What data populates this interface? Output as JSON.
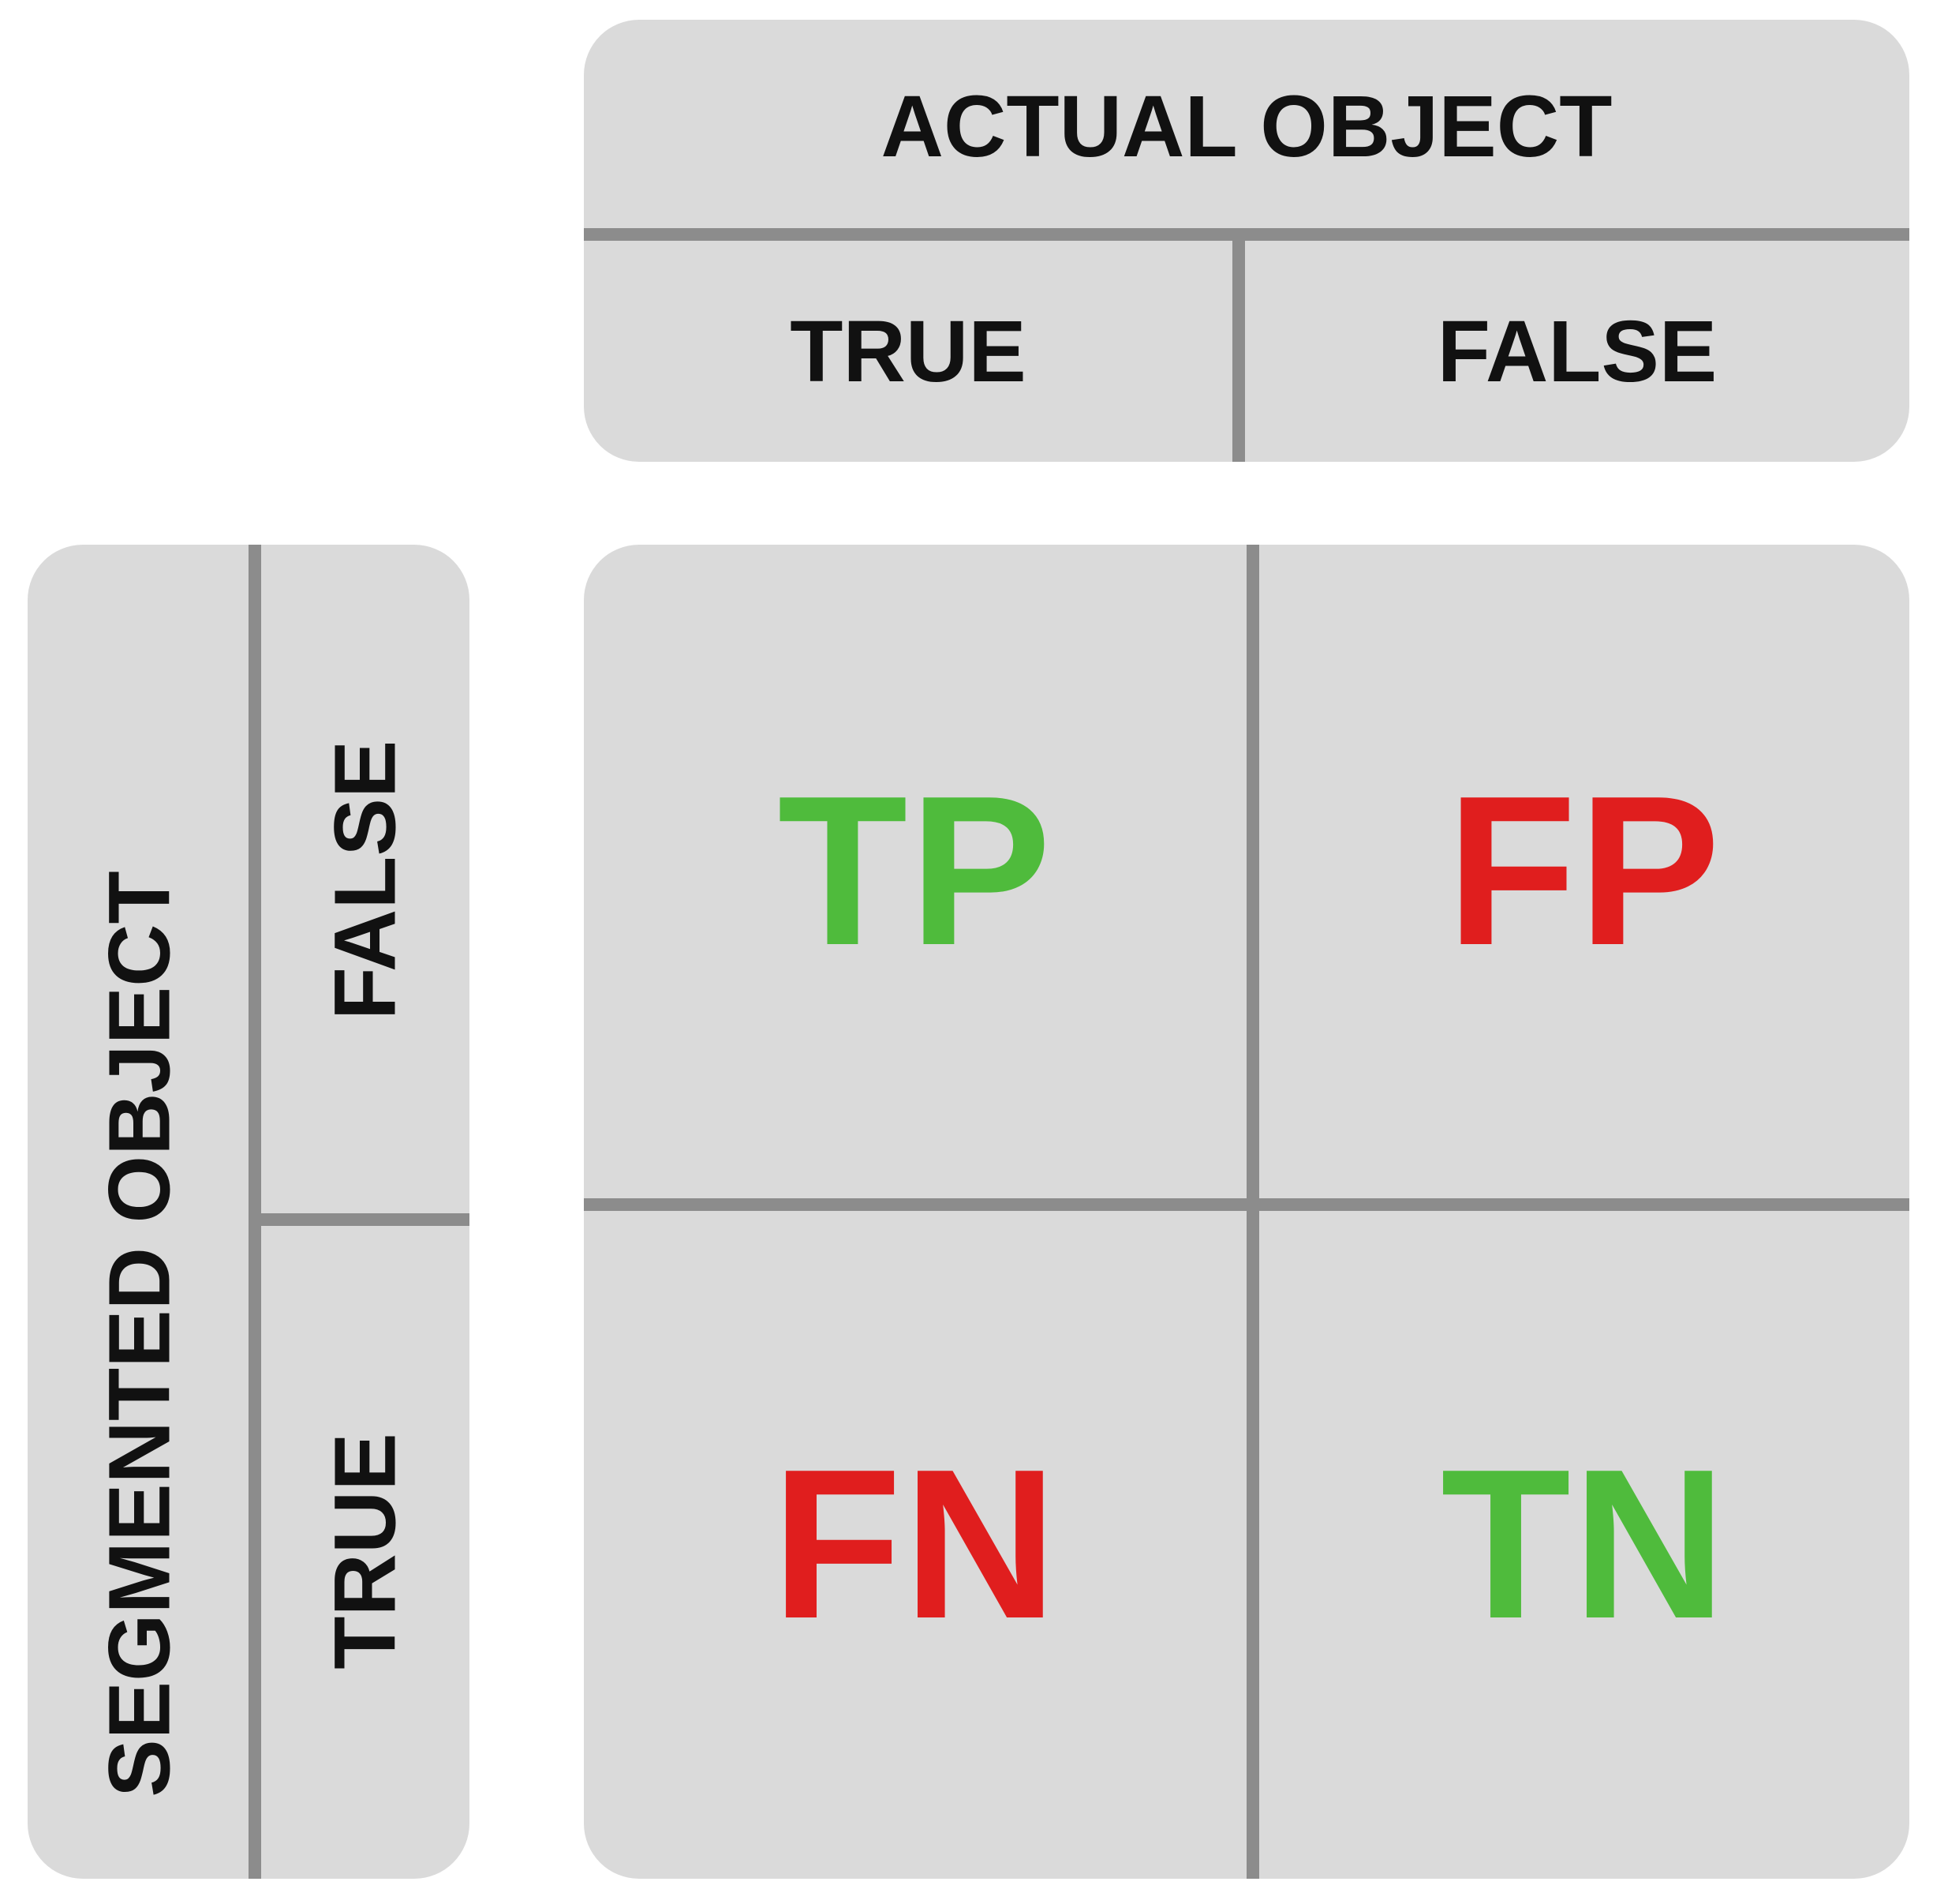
{
  "actual_header": {
    "title": "ACTUAL OBJECT",
    "col_true": "TRUE",
    "col_false": "FALSE"
  },
  "segmented_header": {
    "title": "SEGMENTED OBJECT",
    "row_top": "FALSE",
    "row_bottom": "TRUE"
  },
  "matrix": {
    "top_left": "TP",
    "top_right": "FP",
    "bottom_left": "FN",
    "bottom_right": "TN"
  },
  "colors": {
    "panel": "#dadada",
    "divider": "#8c8c8c",
    "text": "#111111",
    "correct": "#4fbb3c",
    "incorrect": "#e01e1e"
  }
}
